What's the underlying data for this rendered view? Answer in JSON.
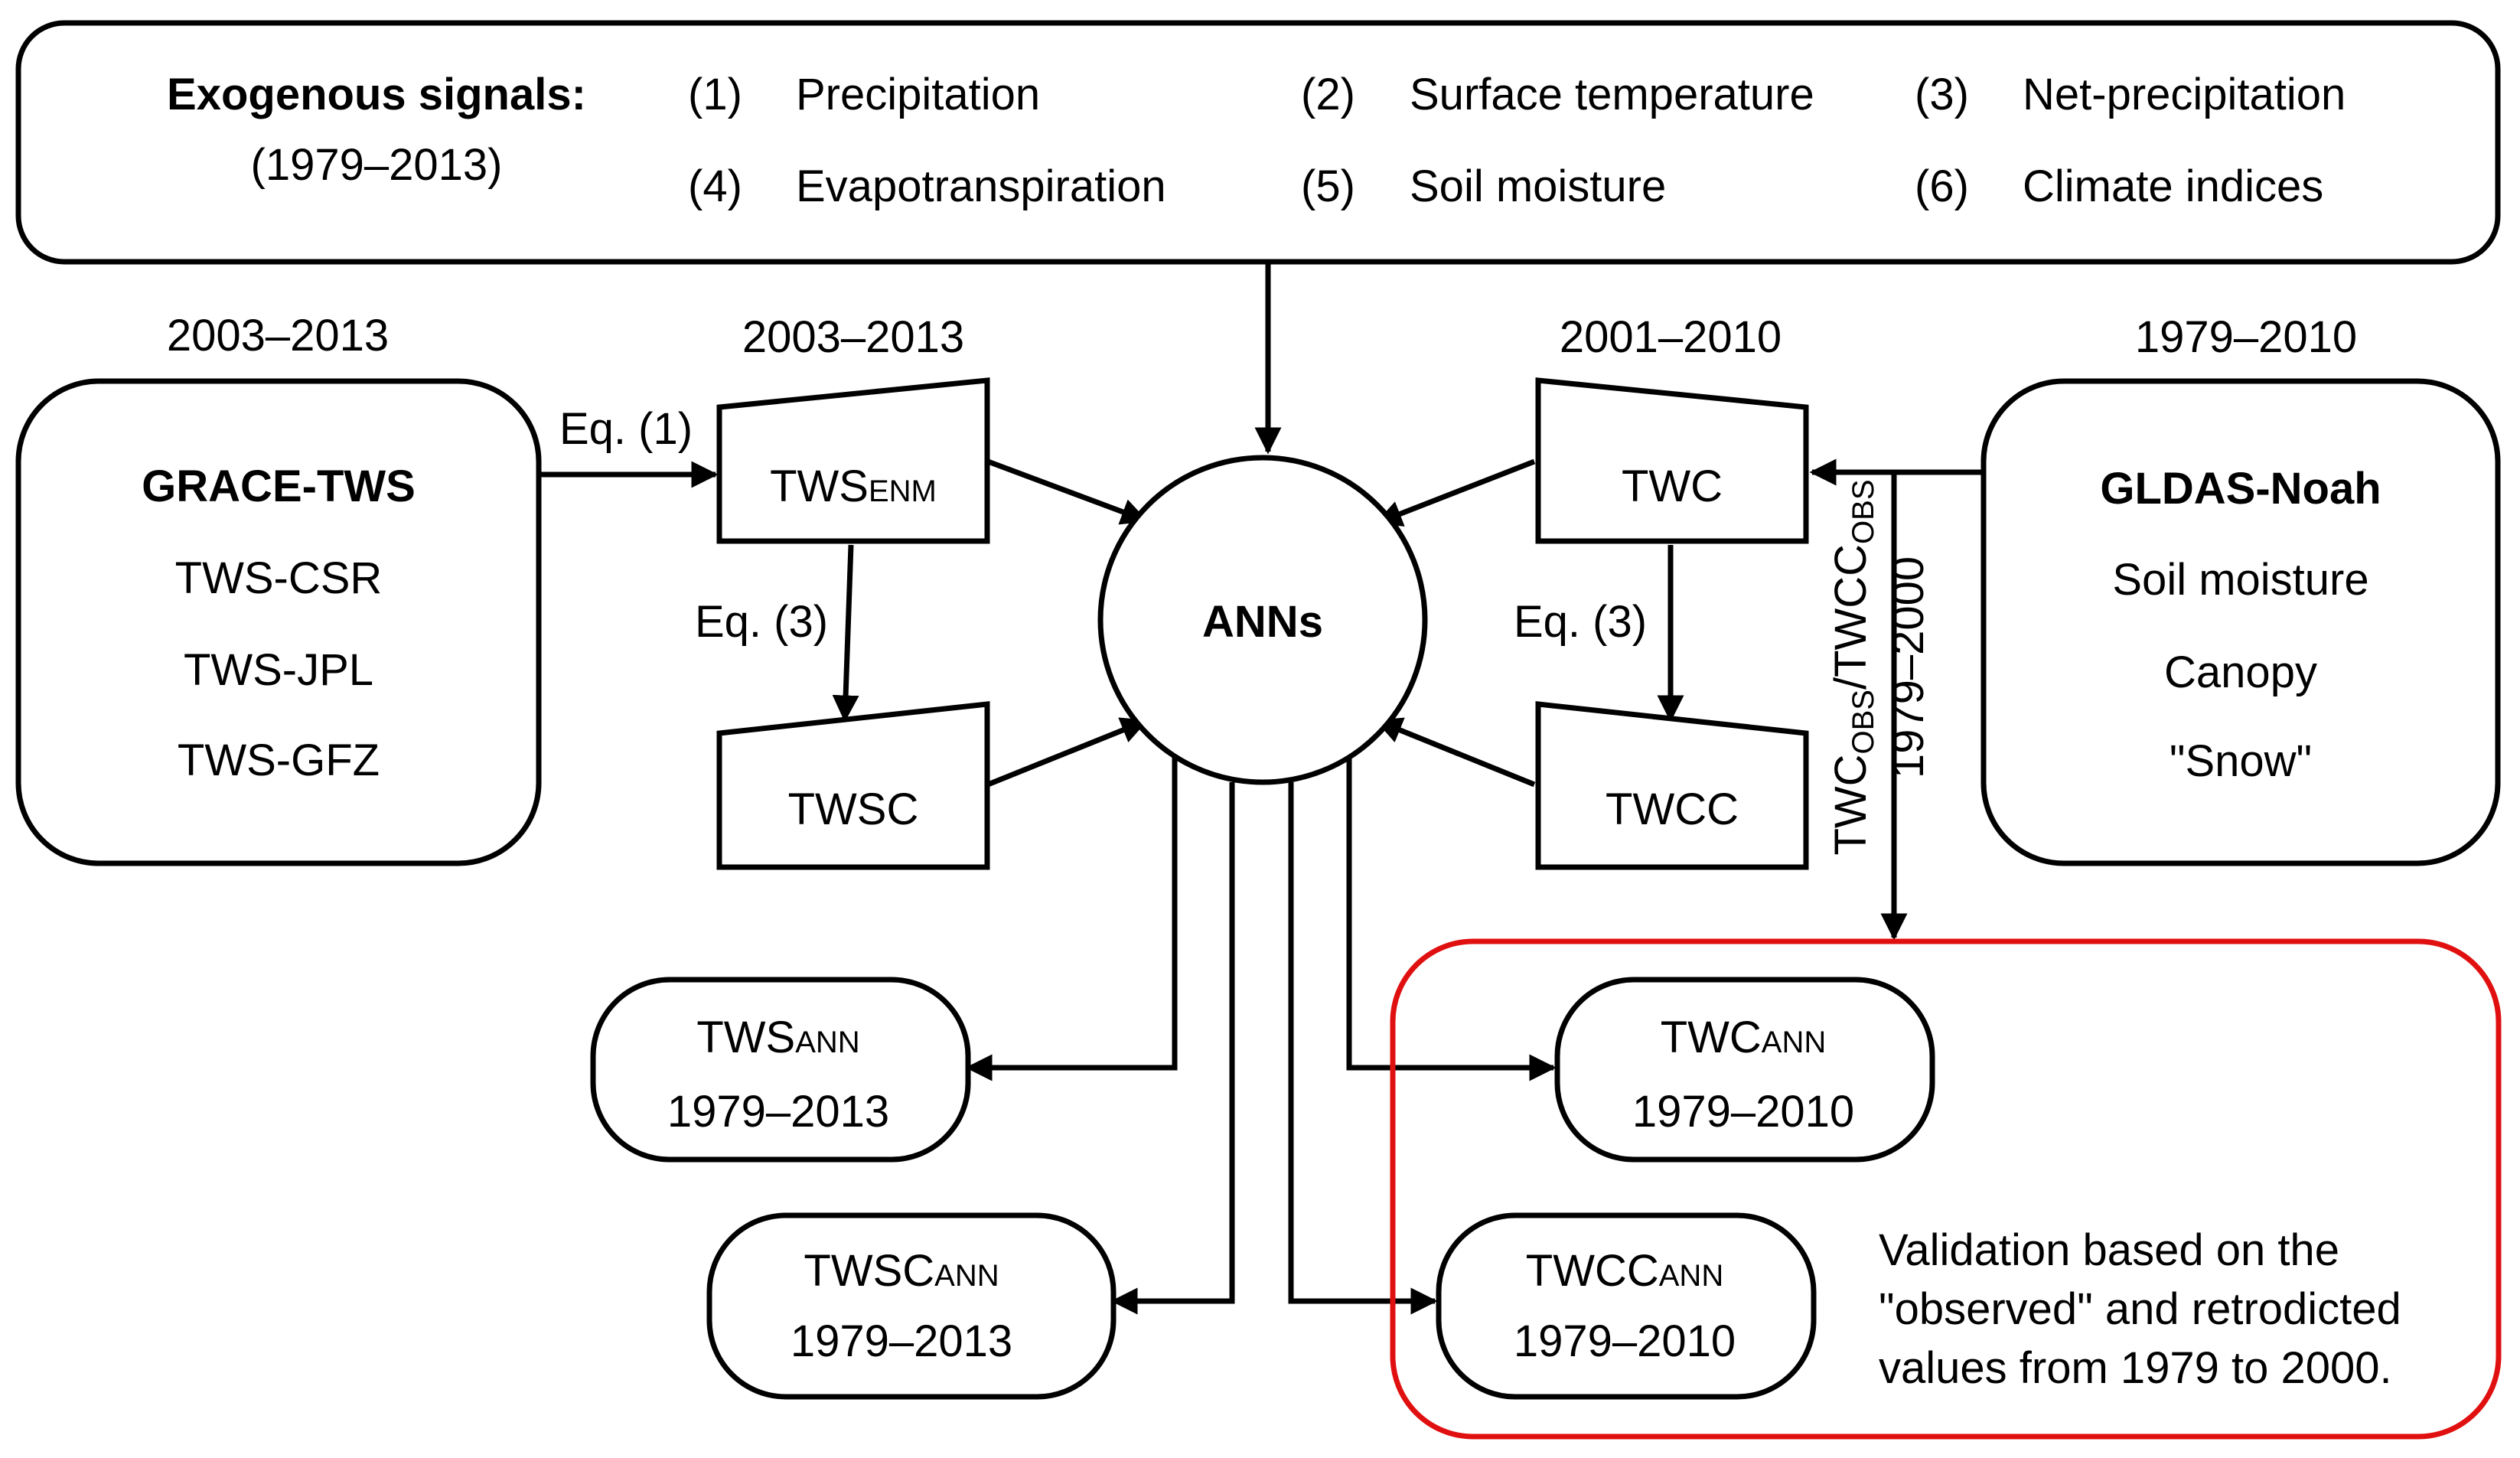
{
  "exogenous": {
    "title": "Exogenous signals:",
    "period": "(1979–2013)",
    "items": [
      {
        "num": "(1)",
        "label": "Precipitation"
      },
      {
        "num": "(2)",
        "label": "Surface temperature"
      },
      {
        "num": "(3)",
        "label": "Net-precipitation"
      },
      {
        "num": "(4)",
        "label": "Evapotranspiration"
      },
      {
        "num": "(5)",
        "label": "Soil moisture"
      },
      {
        "num": "(6)",
        "label": "Climate indices"
      }
    ]
  },
  "grace": {
    "period": "2003–2013",
    "title": "GRACE-TWS",
    "lines": [
      "TWS-CSR",
      "TWS-JPL",
      "TWS-GFZ"
    ]
  },
  "gldas": {
    "period": "1979–2010",
    "title": "GLDAS-Noah",
    "lines": [
      "Soil moisture",
      "Canopy",
      "\"Snow\""
    ]
  },
  "tws_enm": {
    "period": "2003–2013",
    "base": "TWS",
    "sub": "ENM"
  },
  "twsc": {
    "label": "TWSC"
  },
  "twc": {
    "period": "2001–2010",
    "label": "TWC"
  },
  "twcc": {
    "label": "TWCC"
  },
  "equations": {
    "eq1": "Eq. (1)",
    "eq3_left": "Eq. (3)",
    "eq3_right": "Eq. (3)"
  },
  "center": {
    "label": "ANNs"
  },
  "outputs": {
    "tws_ann": {
      "base": "TWS",
      "sub": "ANN",
      "period": "1979–2013"
    },
    "twsc_ann": {
      "base": "TWSC",
      "sub": "ANN",
      "period": "1979–2013"
    },
    "twc_ann": {
      "base": "TWC",
      "sub": "ANN",
      "period": "1979–2010"
    },
    "twcc_ann": {
      "base": "TWCC",
      "sub": "ANN",
      "period": "1979–2010"
    }
  },
  "obs_label": {
    "p1": "TWC",
    "s1": "OBS",
    "slash": "/",
    "p2": "TWCC",
    "s2": "OBS",
    "period": "1979–2000"
  },
  "validation": {
    "lines": [
      "Validation based on the",
      "\"observed\" and retrodicted",
      "values from 1979 to 2000."
    ]
  },
  "colors": {
    "stroke": "#000000",
    "validation": "#e01010"
  }
}
